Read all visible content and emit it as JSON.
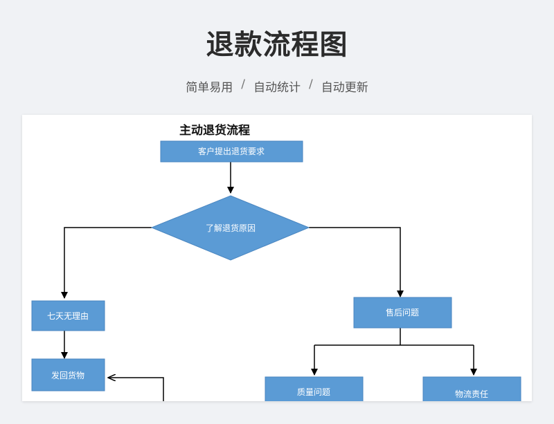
{
  "header": {
    "title": "退款流程图",
    "subtitle_parts": [
      "简单易用",
      "自动统计",
      "自动更新"
    ],
    "separator": "/"
  },
  "diagram": {
    "title": "主动退货流程",
    "colors": {
      "node_fill": "#5b9bd5",
      "node_stroke": "#4a86c0",
      "edge": "#000000"
    },
    "nodes": {
      "request": "客户提出退货要求",
      "reason": "了解退货原因",
      "seven_days": "七天无理由",
      "after_sales": "售后问题",
      "return_goods": "发回货物",
      "quality": "质量问题",
      "logistics": "物流责任"
    }
  }
}
